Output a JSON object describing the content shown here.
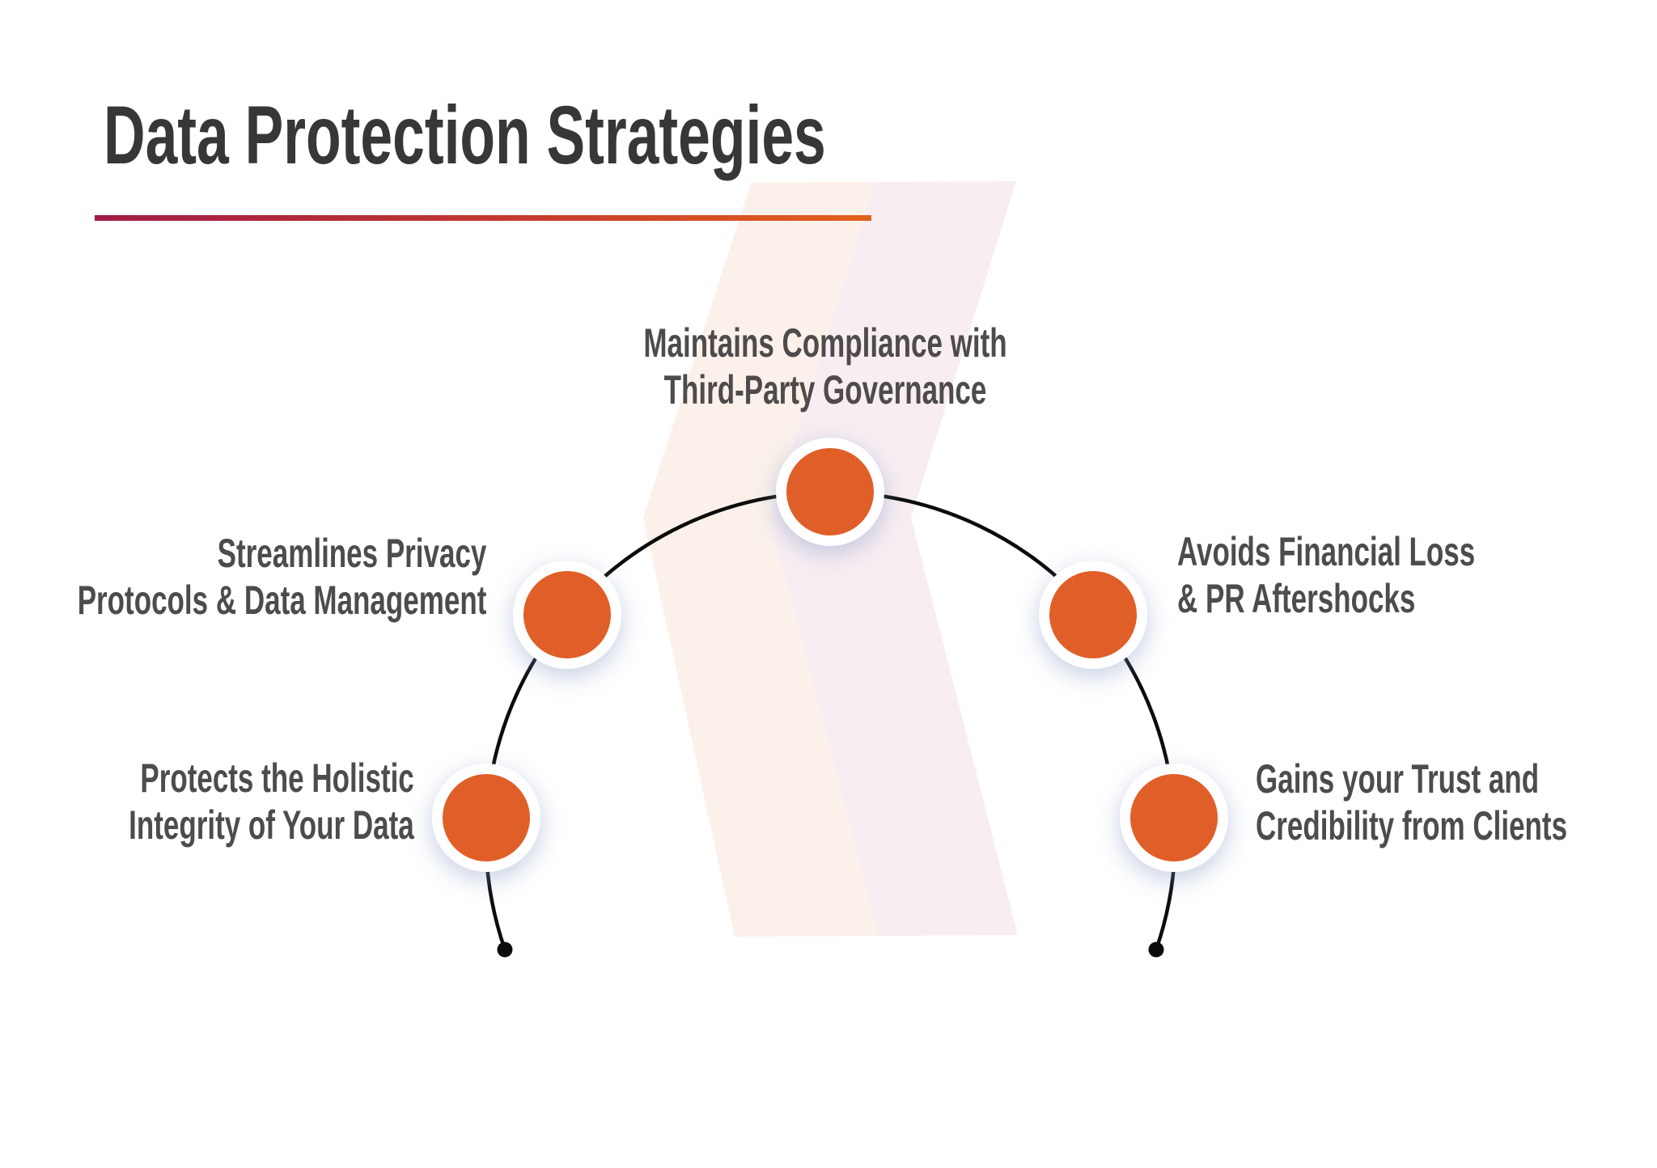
{
  "title": "Data Protection Strategies",
  "colors": {
    "title_text": "#383737",
    "label_text": "#4D4B4B",
    "node_orange": "#E05F28",
    "arc_black": "#0C0C0C",
    "underline_gradient_start": "#A01C46",
    "underline_gradient_end": "#E2611C",
    "watermark_cream": "#FBF1EA",
    "watermark_pink": "#F8EDF2"
  },
  "diagram": {
    "type": "semicircular-arc-infographic",
    "arc": {
      "shape": "upper semicircle arc with dot terminals at both lower ends",
      "node_count": 5
    },
    "nodes": [
      {
        "id": "protects-data-integrity",
        "position": "left-lower",
        "lines": [
          "Protects the Holistic",
          "Integrity of Your Data"
        ]
      },
      {
        "id": "streamlines-privacy",
        "position": "left-upper",
        "lines": [
          "Streamlines Privacy",
          "Protocols & Data Management"
        ]
      },
      {
        "id": "maintains-compliance",
        "position": "top",
        "lines": [
          "Maintains Compliance with",
          "Third-Party Governance"
        ]
      },
      {
        "id": "avoids-financial-loss",
        "position": "right-upper",
        "lines": [
          "Avoids Financial Loss",
          "& PR Aftershocks"
        ]
      },
      {
        "id": "gains-trust",
        "position": "right-lower",
        "lines": [
          "Gains your Trust and",
          "Credibility from Clients"
        ]
      }
    ]
  }
}
